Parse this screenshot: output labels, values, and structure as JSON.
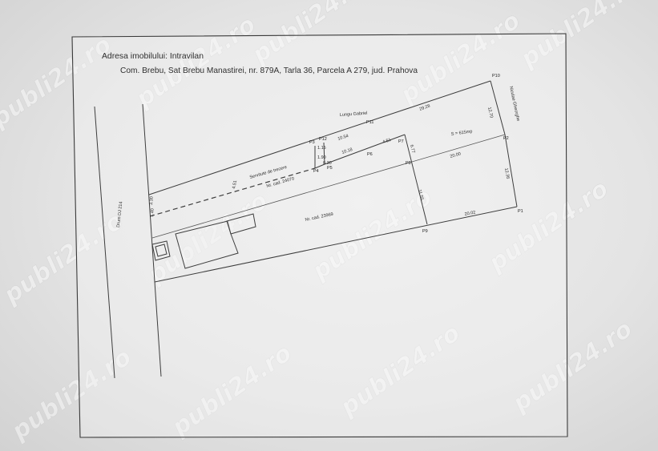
{
  "header": {
    "address_label": "Adresa imobilului: Intravilan",
    "address_detail": "Com. Brebu, Sat Brebu Manastirei, nr. 879A,  Tarla 36, Parcela A 279,  jud. Prahova"
  },
  "road": {
    "label": "Drum DJ 214"
  },
  "neighbors": {
    "north": "Lungu Gabriel",
    "east": "Niculae Gheorghe"
  },
  "parcels": {
    "upper": "Nr. cad. 24070",
    "lower": "Nr. cad. 23969"
  },
  "servitude": {
    "label": "Servitute de trecere"
  },
  "area": "S = 615mp",
  "points": {
    "p1": "P1",
    "p2": "P2",
    "p3": "P3",
    "p4": "P4",
    "p5": "P5",
    "p6": "P6",
    "p7": "P7",
    "p8": "P8",
    "p9": "P9",
    "p10": "P10",
    "p11": "P11",
    "p12": "P12"
  },
  "dimensions": {
    "front_upper": "3.30",
    "front_lower": "1.40",
    "servitude_length": "4.51",
    "p12_p11": "10.54",
    "p11_p10": "29.28",
    "p10_p2": "12.70",
    "p2_p1": "12.36",
    "p1_p9": "20.02",
    "p9_p8": "11.55",
    "p8_p2": "20.00",
    "p7_p8": "6.77",
    "p6_p7": "4.51",
    "p5_p6": "10.18",
    "p3_p4_upper": "1.15",
    "p3_p4_lower": "1.90",
    "p4_p5": "0.30"
  },
  "colors": {
    "ink": "#3d3d3d",
    "paper": "#e8e8e8"
  },
  "watermark": "publi24.ro"
}
